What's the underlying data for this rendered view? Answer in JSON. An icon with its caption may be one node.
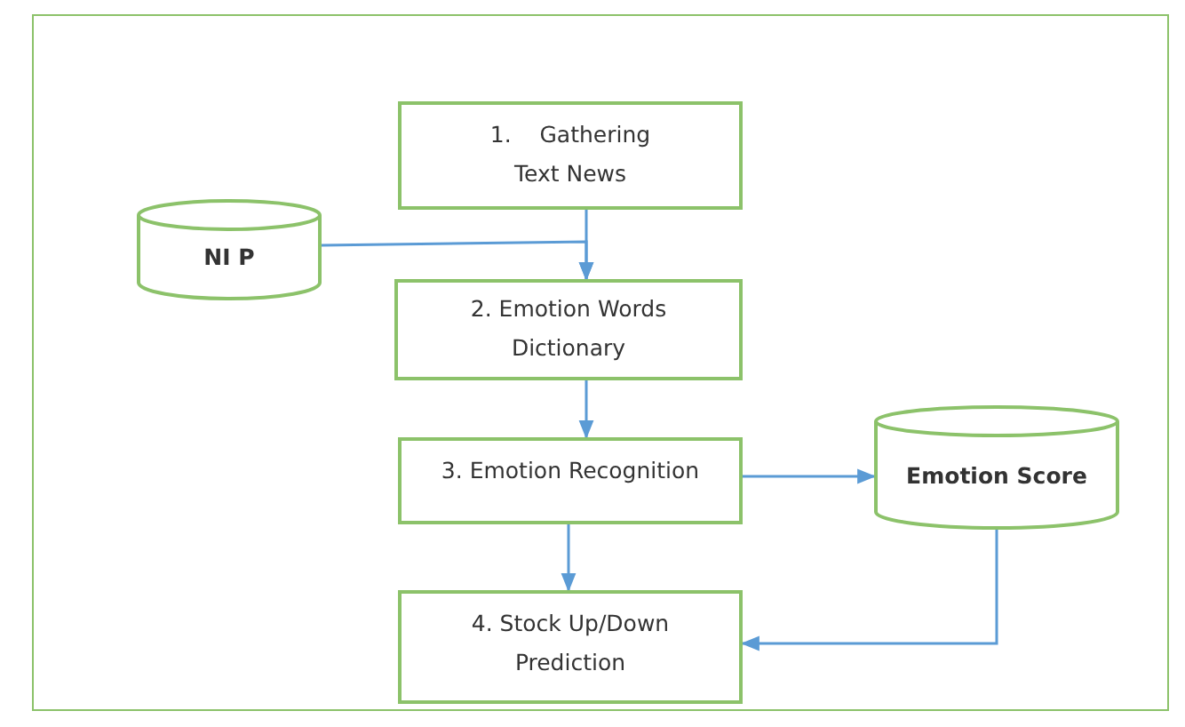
{
  "diagram": {
    "nodes": [
      {
        "text": [
          "1.    Gathering Text News"
        ]
      },
      {
        "text": [
          "NI P"
        ]
      },
      {
        "text": [
          "2. Emotion Words Dictionary"
        ]
      },
      {
        "text": [
          "3. Emotion Recognition"
        ]
      },
      {
        "text": [
          "Emotion Score"
        ]
      },
      {
        "text": [
          "4. Stock Up/Down Prediction"
        ]
      }
    ],
    "edges": [
      {
        "from": 0,
        "to": 2,
        "arrow": "to"
      },
      {
        "from": 1,
        "to": 2,
        "arrow": "to"
      },
      {
        "from": 2,
        "to": 3,
        "arrow": "to"
      },
      {
        "from": 3,
        "to": 4,
        "arrow": "to"
      },
      {
        "from": 3,
        "to": 5,
        "arrow": "to"
      },
      {
        "from": 4,
        "to": 5,
        "arrow": "to"
      }
    ]
  }
}
